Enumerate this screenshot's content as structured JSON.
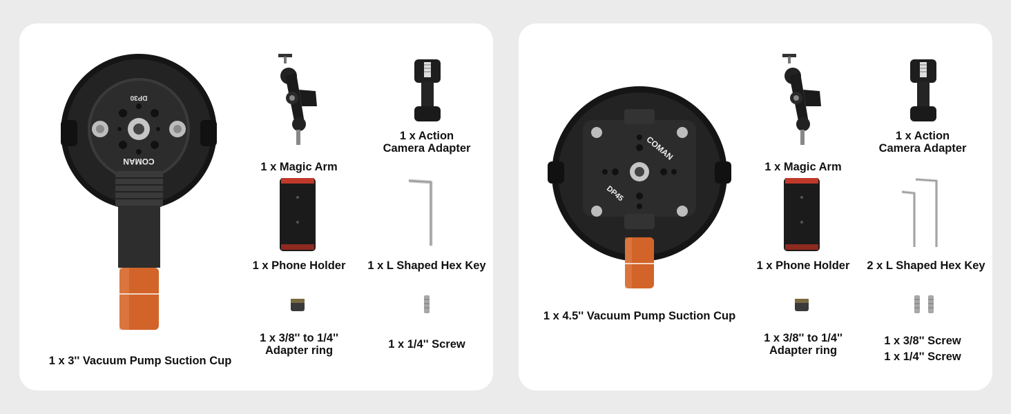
{
  "brand": "COMAN",
  "panels": [
    {
      "model": "DP30",
      "items": {
        "suction_cup": "1 x 3'' Vacuum Pump Suction Cup",
        "magic_arm": "1 x Magic Arm",
        "action_adapter_line1": "1 x Action",
        "action_adapter_line2": "Camera Adapter",
        "phone_holder": "1 x Phone Holder",
        "hex_key": "1 x L Shaped Hex Key",
        "adapter_ring_line1": "1 x 3/8'' to 1/4''",
        "adapter_ring_line2": "Adapter ring",
        "screw_line1": "1 x 1/4'' Screw"
      }
    },
    {
      "model": "DP45",
      "items": {
        "suction_cup": "1 x 4.5'' Vacuum Pump Suction Cup",
        "magic_arm": "1 x Magic Arm",
        "action_adapter_line1": "1 x Action",
        "action_adapter_line2": "Camera Adapter",
        "phone_holder": "1 x Phone Holder",
        "hex_key": "2 x L Shaped Hex Key",
        "adapter_ring_line1": "1 x 3/8'' to 1/4''",
        "adapter_ring_line2": "Adapter ring",
        "screw_line1": "1 x 3/8'' Screw",
        "screw_line2": "1 x 1/4'' Screw"
      }
    }
  ],
  "colors": {
    "background": "#ebebeb",
    "panel": "#ffffff",
    "body_black": "#1c1c1c",
    "metal_dark": "#2f2f2f",
    "accent_orange": "#d2642a",
    "phone_holder_stitch": "#c0392b",
    "steel": "#c9c9c9"
  }
}
